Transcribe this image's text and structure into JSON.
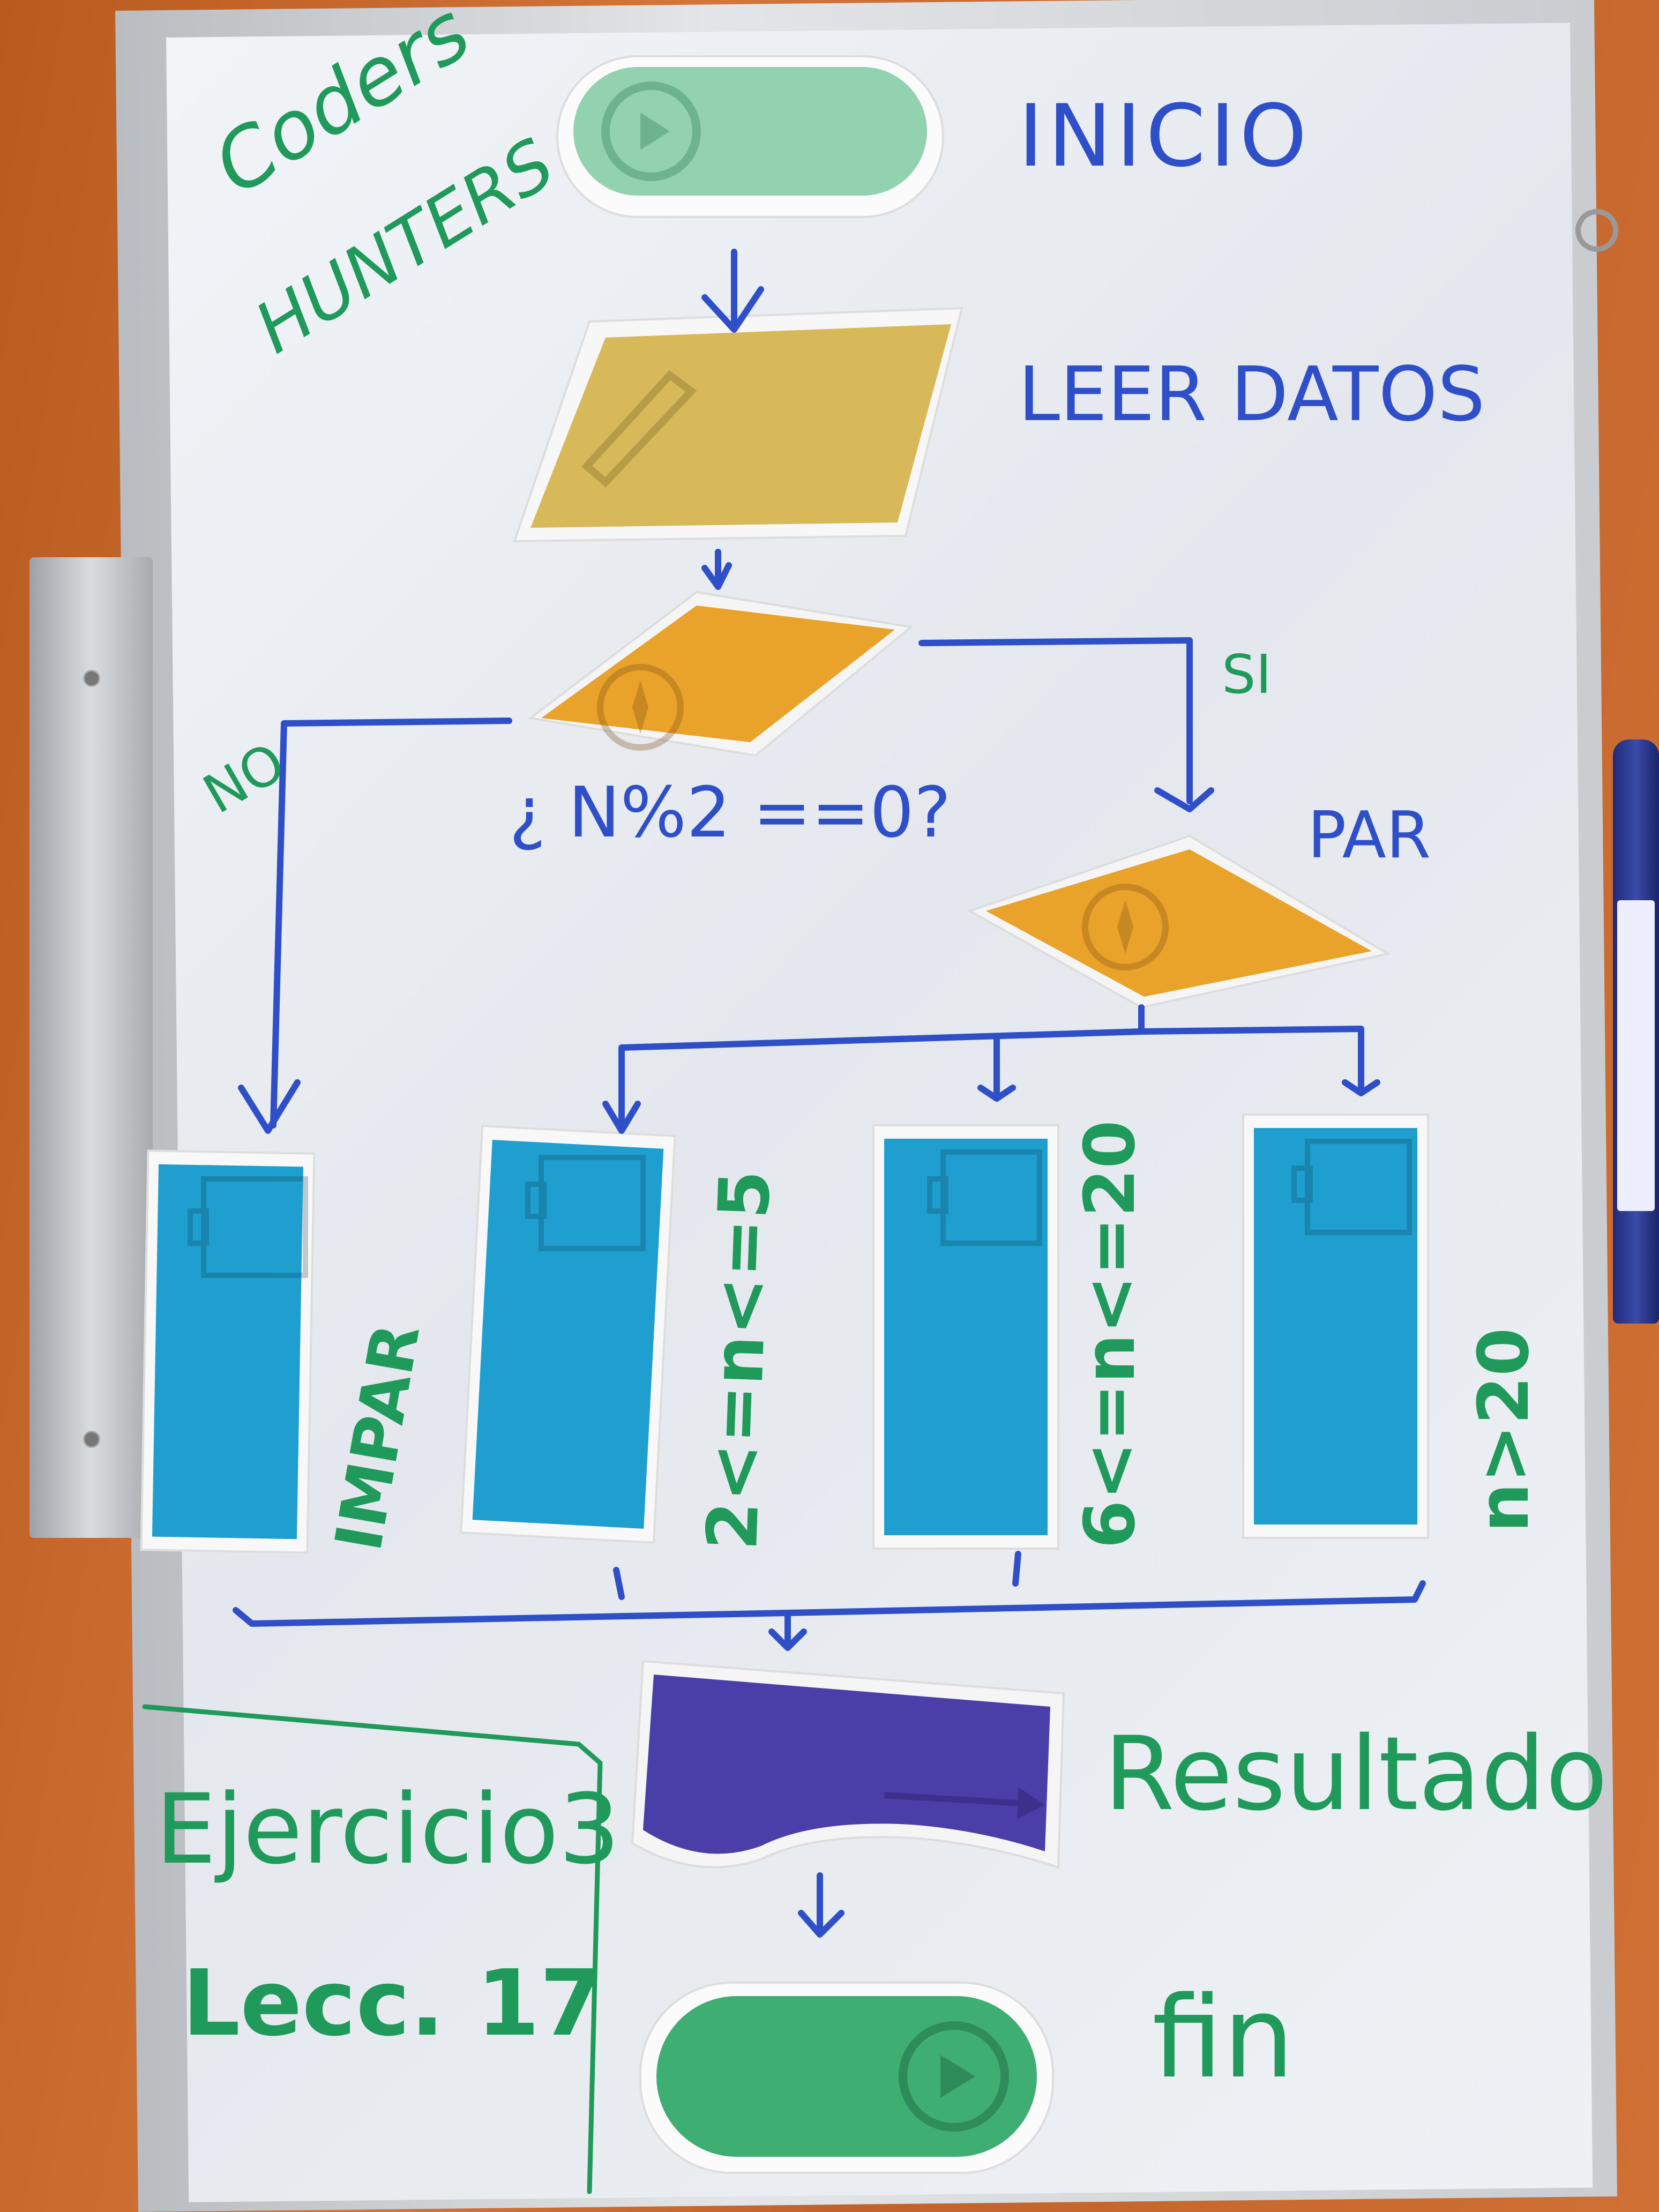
{
  "board": {
    "logo_line1": "Coders",
    "logo_line2": "HUNTERS"
  },
  "steps": {
    "start_label": "INICIO",
    "input_label": "LEER DATOS",
    "decision_label": "¿ N%2 ==0?",
    "branch_yes": "SI",
    "branch_no": "NO",
    "par_label": "PAR",
    "process_labels": [
      "IMPAR",
      "2<=n<=5",
      "6<=n<=20",
      "n>20"
    ],
    "output_label": "Resultado",
    "end_label": "fin"
  },
  "footer": {
    "exercise": "Ejercicio3",
    "lesson": "Lecc. 17"
  },
  "colors": {
    "terminal": "#3fae72",
    "terminal_start": "#93d2b0",
    "input": "#d8b95a",
    "decision": "#e9a22a",
    "process": "#1f9fcf",
    "output": "#4a3fa8",
    "blue_ink": "#2f4fc9",
    "green_ink": "#1f9a5a"
  },
  "icons": {
    "start": "play-icon",
    "input": "pencil-icon",
    "decision": "compass-icon",
    "process": "battery-icon",
    "output": "arrow-icon",
    "end": "play-icon"
  }
}
